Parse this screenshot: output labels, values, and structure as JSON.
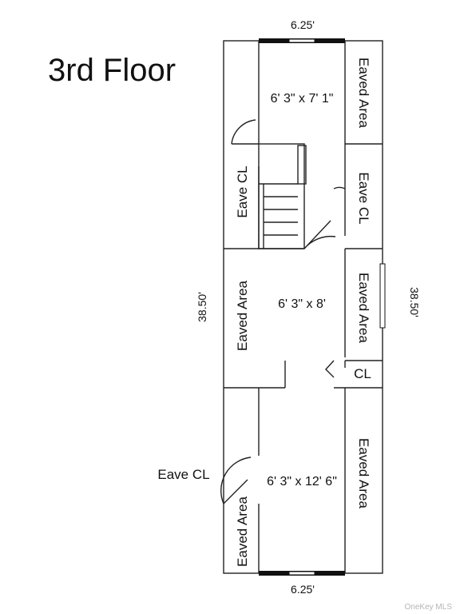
{
  "title": "3rd Floor",
  "dimensions": {
    "top_width": "6.25'",
    "bottom_width": "6.25'",
    "left_length": "38.50'",
    "right_length": "38.50'"
  },
  "rooms": {
    "top_room": "6' 3\" x 7' 1\"",
    "middle_room": "6' 3\" x 8'",
    "bottom_room": "6' 3\" x 12' 6\""
  },
  "areas": {
    "eaved_top_right": "Eaved Area",
    "eave_cl_right": "Eave CL",
    "eave_cl_left": "Eave CL",
    "eaved_mid_left": "Eaved Area",
    "eaved_mid_right": "Eaved Area",
    "cl_right": "CL",
    "eaved_bottom_right": "Eaved Area",
    "eaved_bottom_left": "Eaved Area",
    "eave_cl_outside": "Eave CL"
  },
  "watermark": "OneKey MLS"
}
